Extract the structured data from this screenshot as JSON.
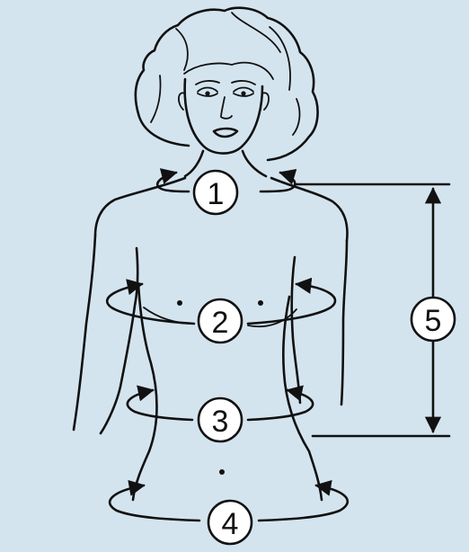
{
  "figure": {
    "background": "#d4e4ef",
    "line_color": "#111111",
    "badge_fill": "#ffffff"
  },
  "markers": [
    {
      "id": "neck",
      "label": "1"
    },
    {
      "id": "bust",
      "label": "2"
    },
    {
      "id": "waist",
      "label": "3"
    },
    {
      "id": "hip",
      "label": "4"
    },
    {
      "id": "bodice-length",
      "label": "5"
    }
  ]
}
